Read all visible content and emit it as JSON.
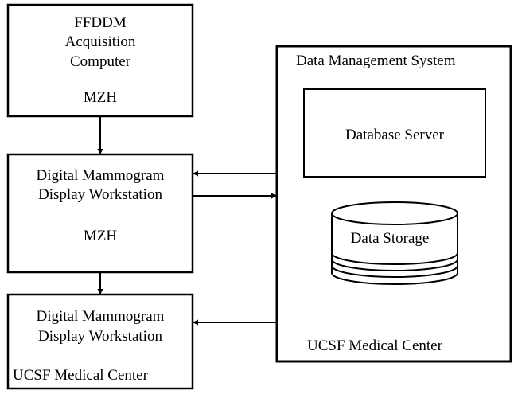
{
  "colors": {
    "stroke": "#000000",
    "background": "#ffffff",
    "text": "#000000"
  },
  "acquisition_box": {
    "line1": "FFDDM",
    "line2": "Acquisition",
    "line3": "Computer",
    "site": "MZH"
  },
  "workstation_mzh": {
    "line1": "Digital Mammogram",
    "line2": "Display Workstation",
    "site": "MZH"
  },
  "workstation_ucsf": {
    "line1": "Digital Mammogram",
    "line2": "Display Workstation",
    "site": "UCSF Medical Center"
  },
  "data_management": {
    "title": "Data Management System",
    "database_server": "Database Server",
    "data_storage": "Data Storage",
    "site": "UCSF Medical Center"
  }
}
